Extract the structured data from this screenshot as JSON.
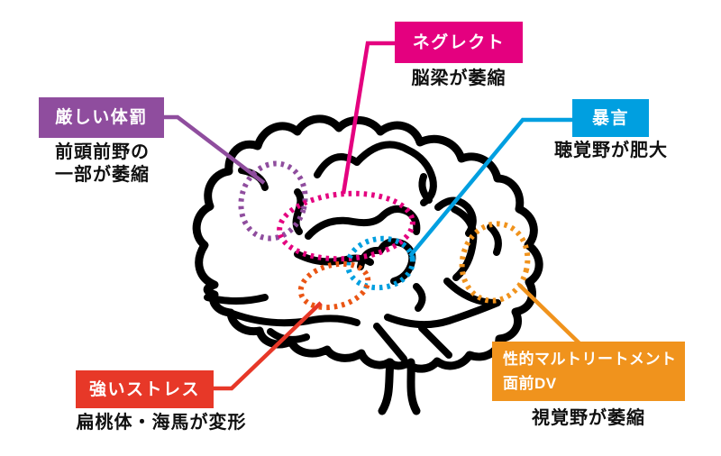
{
  "diagram": {
    "kind": "brain-maltreatment-effects",
    "background": "#ffffff",
    "outline_color": "#000000"
  },
  "callouts": [
    {
      "id": "neglect",
      "label": "ネグレクト",
      "caption": "脳梁が萎縮",
      "color": "#e4007f",
      "region": "corpus-callosum"
    },
    {
      "id": "harsh-corporal-punishment",
      "label": "厳しい体罰",
      "caption_line1": "前頭前野の",
      "caption_line2": "一部が萎縮",
      "color": "#8f4d9e",
      "region": "prefrontal-cortex"
    },
    {
      "id": "verbal-abuse",
      "label": "暴言",
      "caption": "聴覚野が肥大",
      "color": "#009fe0",
      "region": "auditory-cortex"
    },
    {
      "id": "strong-stress",
      "label": "強いストレス",
      "caption": "扁桃体・海馬が変形",
      "color": "#e73828",
      "region": "amygdala-hippocampus"
    },
    {
      "id": "sexual-maltreatment-dv",
      "label_line1": "性的マルトリートメント",
      "label_line2": "面前DV",
      "caption": "視覚野が萎縮",
      "color": "#f0931d",
      "region": "visual-cortex"
    }
  ],
  "region_markers": [
    {
      "name": "prefrontal-cortex",
      "color": "#8f4d9e"
    },
    {
      "name": "corpus-callosum",
      "color": "#e4007f"
    },
    {
      "name": "auditory-cortex",
      "color": "#009fe0"
    },
    {
      "name": "amygdala-hippocampus",
      "color": "#ea5514"
    },
    {
      "name": "visual-cortex",
      "color": "#f0931d"
    }
  ]
}
